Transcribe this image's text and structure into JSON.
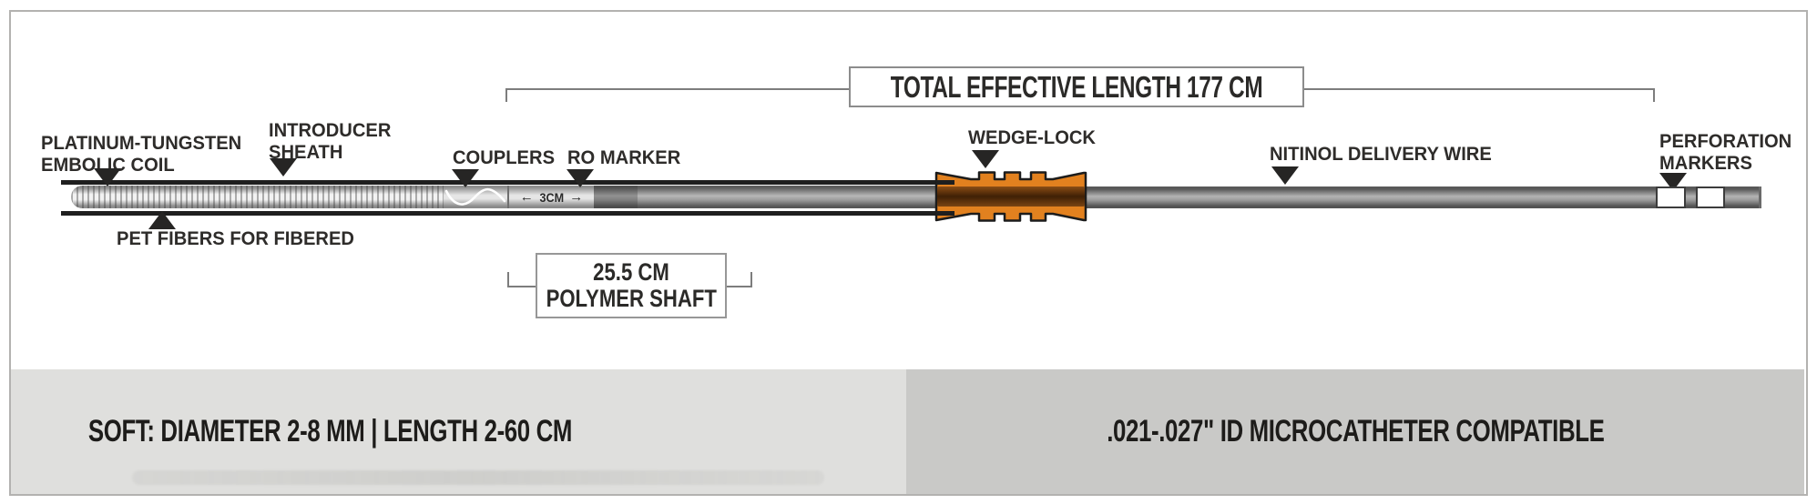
{
  "diagram": {
    "total_length_label": "TOTAL EFFECTIVE LENGTH 177 CM",
    "labels": {
      "embolic_coil": {
        "line1": "PLATINUM-TUNGSTEN",
        "line2": "EMBOLIC COIL"
      },
      "introducer_sheath": {
        "line1": "INTRODUCER",
        "line2": "SHEATH"
      },
      "pet_fibers": "PET FIBERS FOR FIBERED",
      "couplers": "COUPLERS",
      "ro_marker": "RO MARKER",
      "wedge_lock": "WEDGE-LOCK",
      "nitinol_wire": "NITINOL DELIVERY WIRE",
      "perforation": {
        "line1": "PERFORATION",
        "line2": "MARKERS"
      }
    },
    "dimension_3cm": {
      "left_arrow": "←",
      "value": "3CM",
      "right_arrow": "→"
    },
    "polymer_shaft_box": {
      "line1": "25.5 CM",
      "line2": "POLYMER SHAFT"
    }
  },
  "footer": {
    "left_panel": "SOFT: DIAMETER 2-8 MM | LENGTH 2-60 CM",
    "right_panel": ".021-.027\" ID MICROCATHETER COMPATIBLE"
  },
  "colors": {
    "wedge-orange": "#e2811f",
    "wedge-band-brown": "#52280b",
    "panel-left-bg": "#dfdfdd",
    "panel-right-bg": "#c9c9c7",
    "line-black": "#1f1f1f",
    "bracket-gray": "#7d7d7d"
  }
}
